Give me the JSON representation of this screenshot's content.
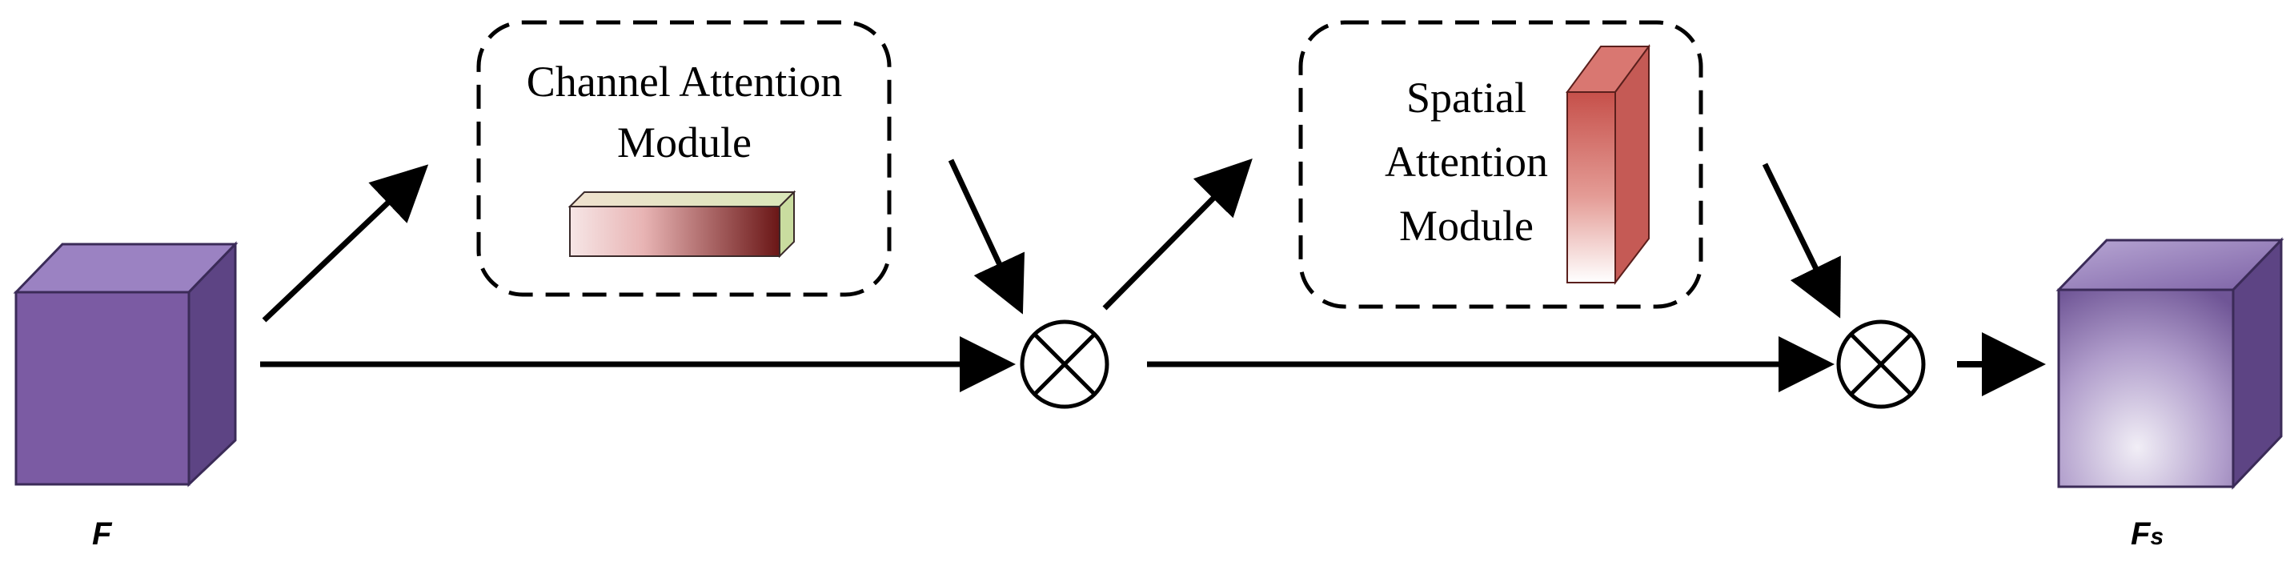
{
  "input": {
    "label": "F"
  },
  "output": {
    "label_main": "F",
    "label_sub": "s"
  },
  "channel_module": {
    "line1": "Channel Attention",
    "line2": "Module"
  },
  "spatial_module": {
    "line1": "Spatial",
    "line2": "Attention",
    "line3": "Module"
  },
  "operators": {
    "symbol": "element-wise multiplication"
  },
  "colors": {
    "cube_front": "#7a5aa0",
    "cube_top": "#9a7fc0",
    "cube_side": "#5e4585",
    "output_cube_front": "#b3a3cd",
    "channel_bar_dark": "#6e1a1a",
    "channel_bar_light": "#f3dede",
    "channel_bar_end": "#c8dba0",
    "spatial_bar_front": "#cc5a55",
    "spatial_bar_light": "#ffffff",
    "line": "#000000"
  }
}
